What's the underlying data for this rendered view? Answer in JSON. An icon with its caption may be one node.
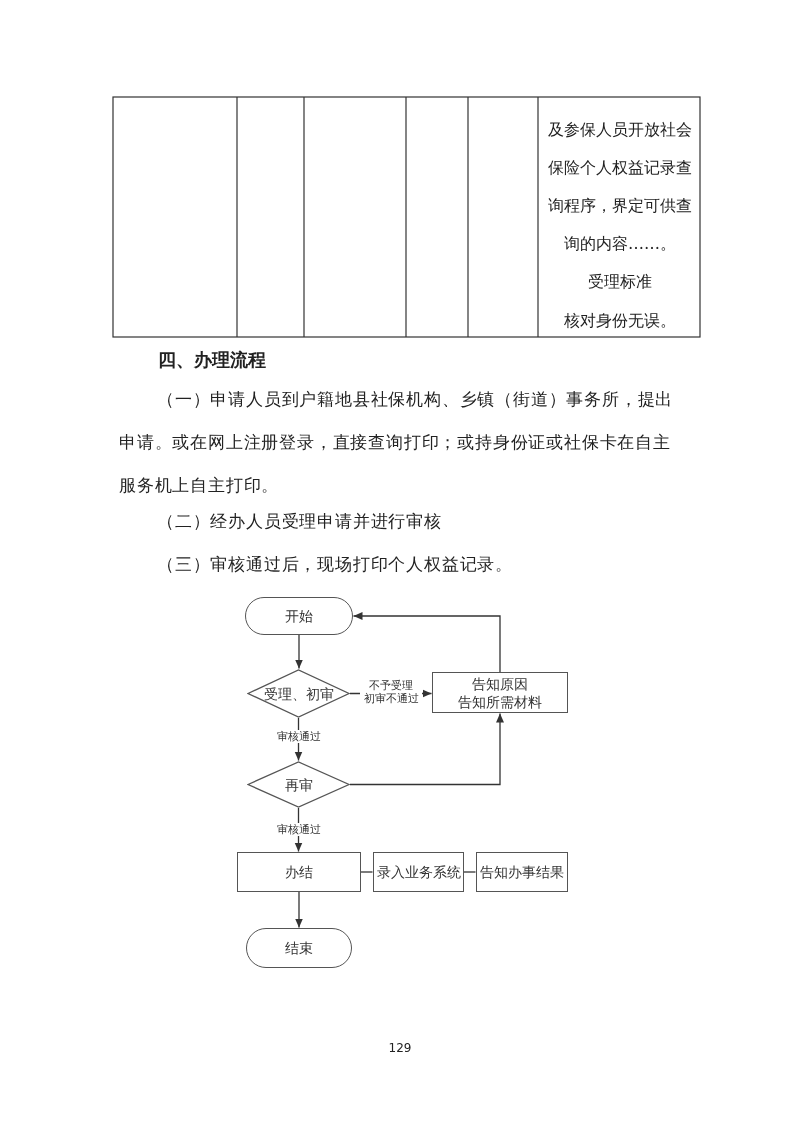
{
  "diagram": {
    "title": "四、办理流程",
    "nodes": [
      {
        "text": [
          "开始"
        ]
      },
      {
        "text": [
          "受理、初审"
        ]
      },
      {
        "text": [
          "告知原因",
          "告知所需材料"
        ]
      },
      {
        "text": [
          "再审"
        ]
      },
      {
        "text": [
          "办结"
        ]
      },
      {
        "text": [
          "录入业务系统"
        ]
      },
      {
        "text": [
          "告知办事结果"
        ]
      },
      {
        "text": [
          "结束"
        ]
      }
    ],
    "edges": [
      {
        "from": 0,
        "to": 1,
        "arrow": "to"
      },
      {
        "from": 1,
        "to": 2,
        "arrow": "to",
        "label": "不予受理初审不通过"
      },
      {
        "from": 1,
        "to": 3,
        "arrow": "to",
        "label": "审核通过"
      },
      {
        "from": 3,
        "to": 2,
        "arrow": "to"
      },
      {
        "from": 2,
        "to": 0,
        "arrow": "to"
      },
      {
        "from": 3,
        "to": 4,
        "arrow": "to",
        "label": "审核通过"
      },
      {
        "from": 4,
        "to": 5,
        "arrow": "none"
      },
      {
        "from": 5,
        "to": 6,
        "arrow": "none"
      },
      {
        "from": 4,
        "to": 7,
        "arrow": "to"
      }
    ],
    "labels": [
      "及参保人员开放社会保险个人权益记录查询程序，界定可供查询的内容……。",
      "受理标准",
      "核对身份无误。",
      "（一）申请人员到户籍地县社保机构、乡镇（街道）事务所，提出申请。或在网上注册登录，直接查询打印；或持身份证或社保卡在自主服务机上自主打印。",
      "（二）经办人员受理申请并进行审核",
      "（三）审核通过后，现场打印个人权益记录。",
      "129"
    ]
  }
}
